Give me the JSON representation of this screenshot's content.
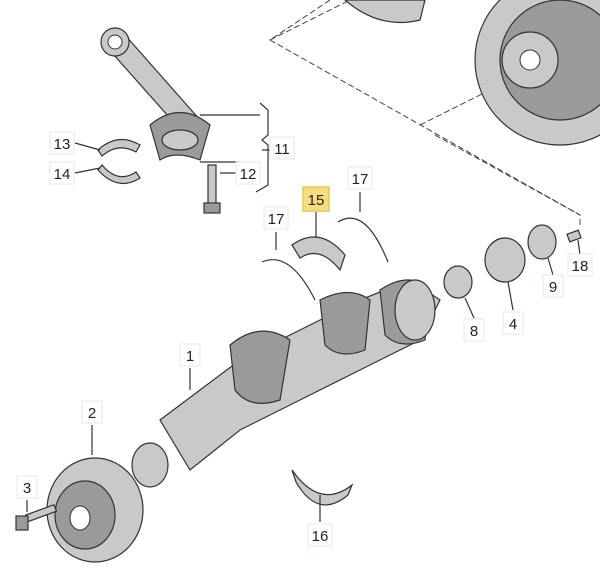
{
  "title": "Crankshaft assembly exploded parts diagram",
  "highlight_color": "#f7dd7c",
  "labels": {
    "p13": "13",
    "p14": "14",
    "p12": "12",
    "p11": "11",
    "p15": "15",
    "p17a": "17",
    "p17b": "17",
    "p18": "18",
    "p9": "9",
    "p4": "4",
    "p8": "8",
    "p1": "1",
    "p2": "2",
    "p3": "3",
    "p16": "16"
  },
  "highlighted_part": "15"
}
